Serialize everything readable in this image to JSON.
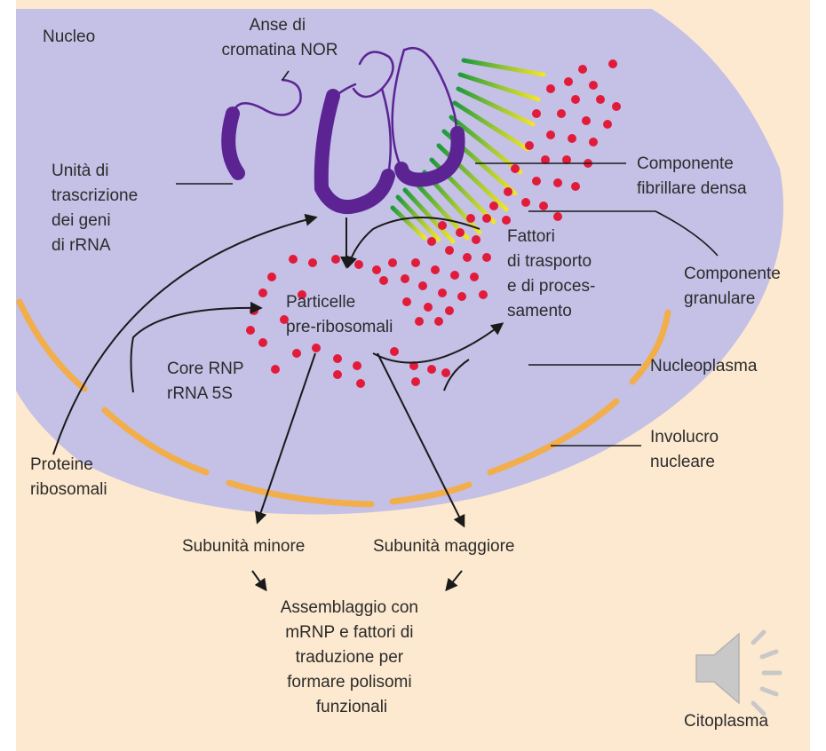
{
  "colors": {
    "cytoplasm": "#fde9cf",
    "nucleus": "#c4c0e6",
    "envelope": "#f3ae4c",
    "chromatin": "#5c2493",
    "particle": "#e21b3a",
    "fibrillar_start": "#1e9a3c",
    "fibrillar_end": "#f0e52a",
    "arrow": "#1a1a1a",
    "speaker": "#c8c8c8"
  },
  "labels": {
    "nucleo": "Nucleo",
    "anse": [
      "Anse di",
      "cromatina NOR"
    ],
    "unita": [
      "Unità di",
      "trascrizione",
      "dei geni",
      "di rRNA"
    ],
    "componente_fibrillare": [
      "Componente",
      "fibrillare densa"
    ],
    "fattori": [
      "Fattori",
      "di trasporto",
      "e di proces-",
      "samento"
    ],
    "componente_granulare": [
      "Componente",
      "granulare"
    ],
    "particelle": [
      "Particelle",
      "pre-ribosomali"
    ],
    "core": [
      "Core RNP",
      "rRNA 5S"
    ],
    "nucleoplasma": "Nucleoplasma",
    "involucro": [
      "Involucro",
      "nucleare"
    ],
    "proteine": [
      "Proteine",
      "ribosomali"
    ],
    "subunita_minore": "Subunità minore",
    "subunita_maggiore": "Subunità maggiore",
    "assemblaggio": [
      "Assemblaggio con",
      "mRNP e fattori di",
      "traduzione per",
      "formare polisomi",
      "funzionali"
    ],
    "citoplasma": "Citoplasma"
  },
  "icons": {
    "speaker": "speaker-icon"
  }
}
